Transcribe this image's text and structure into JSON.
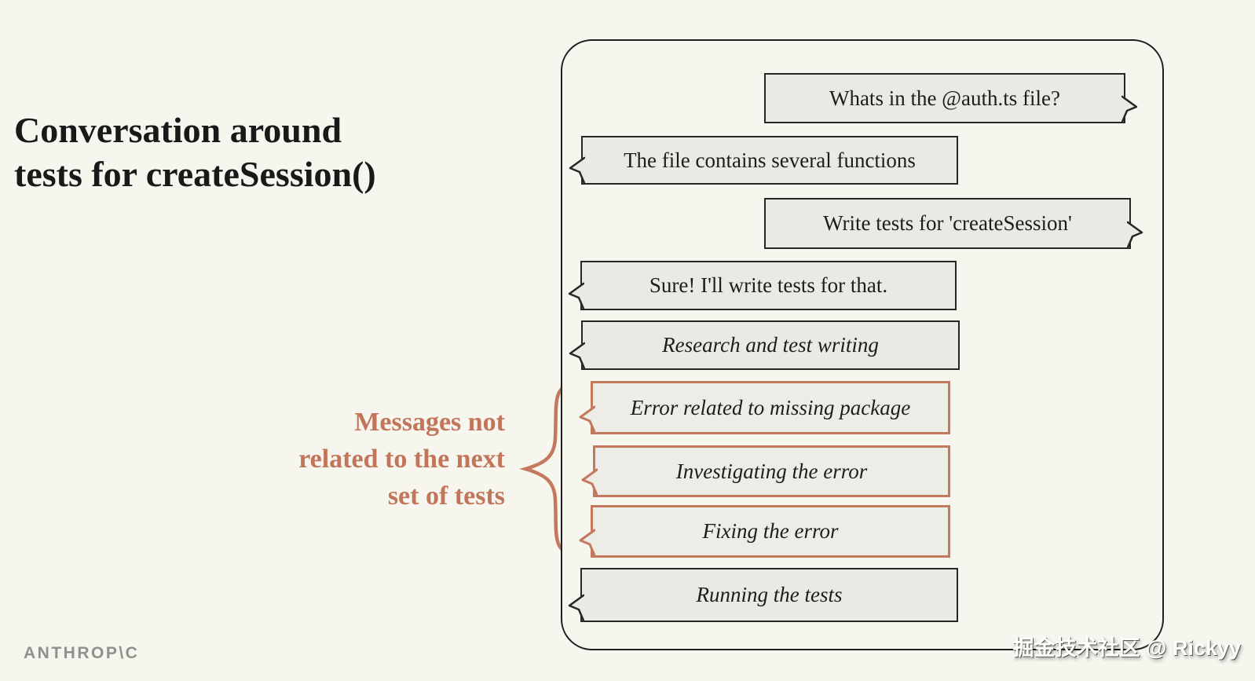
{
  "title": {
    "line1": "Conversation around",
    "line2": "tests for createSession()"
  },
  "annotation": {
    "line1": "Messages not",
    "line2": "related to the next",
    "line3": "set of tests"
  },
  "conversation": {
    "messages": [
      {
        "text": "Whats in the @auth.ts file?",
        "side": "user",
        "style": "normal",
        "highlighted": false
      },
      {
        "text": "The file contains several functions",
        "side": "assistant",
        "style": "normal",
        "highlighted": false
      },
      {
        "text": "Write tests for 'createSession'",
        "side": "user",
        "style": "normal",
        "highlighted": false
      },
      {
        "text": "Sure! I'll write tests for that.",
        "side": "assistant",
        "style": "normal",
        "highlighted": false
      },
      {
        "text": "Research and test writing",
        "side": "assistant",
        "style": "italic",
        "highlighted": false
      },
      {
        "text": "Error related to missing package",
        "side": "assistant",
        "style": "italic",
        "highlighted": true
      },
      {
        "text": "Investigating the error",
        "side": "assistant",
        "style": "italic",
        "highlighted": true
      },
      {
        "text": "Fixing the error",
        "side": "assistant",
        "style": "italic",
        "highlighted": true
      },
      {
        "text": "Running the tests",
        "side": "assistant",
        "style": "italic",
        "highlighted": false
      }
    ]
  },
  "colors": {
    "background": "#f6f6ef",
    "bubble_fill": "#eae9e4",
    "bubble_border": "#262626",
    "panel_border": "#1f1f1f",
    "accent_orange": "#c2795e",
    "annotation_text": "#c3755a",
    "title_text": "#191919",
    "logo_gray": "#90908a"
  },
  "footer": {
    "logo_text": "ANTHROP\\C"
  },
  "watermark": {
    "text": "掘金技术社区 @ Rickyy"
  }
}
